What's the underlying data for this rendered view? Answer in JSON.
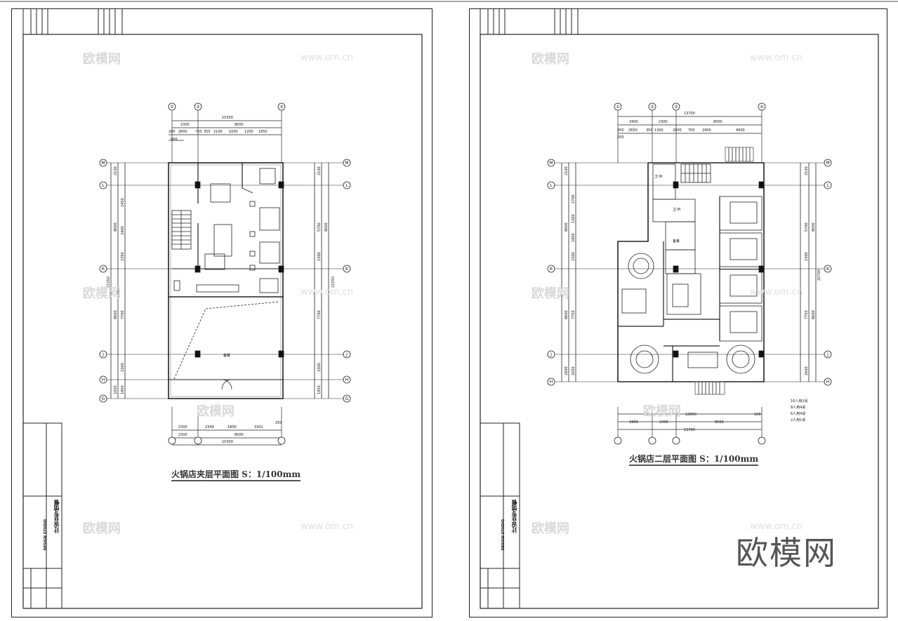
{
  "sheets": [
    {
      "caption": "火锅店夹层平面图 S：1/100mm",
      "top_dims": [
        "10300",
        "2300",
        "8000",
        "200",
        "2600",
        "700",
        "350",
        "2100",
        "1000",
        "1200",
        "1850",
        "900"
      ],
      "bottom_dims": [
        "2300",
        "2349",
        "1800",
        "3301",
        "250",
        "2300",
        "8000",
        "10300"
      ],
      "axes_top": [
        "①",
        "②",
        "③"
      ],
      "axes_side": [
        "M",
        "L",
        "K",
        "J",
        "H",
        "G"
      ],
      "left_dims": [
        "2100",
        "2450",
        "2400",
        "2350",
        "8000",
        "22250",
        "8000",
        "7700",
        "2300",
        "1950",
        "1050"
      ],
      "right_dims": [
        "2100",
        "5700",
        "8000",
        "2300",
        "7700",
        "2300",
        "1950",
        "22250"
      ],
      "room_label": "备餐",
      "title_block": {
        "vertical_text": "计设业专馆餐",
        "small_text": "DESIGN STUDIO"
      }
    },
    {
      "caption": "火锅店二层平面图 S：1/100mm",
      "top_dims": [
        "13700",
        "3400",
        "2300",
        "8000",
        "200",
        "2650",
        "350",
        "1300",
        "2000",
        "700",
        "2400",
        "4000",
        "200"
      ],
      "bottom_dims": [
        "12800",
        "3400",
        "2300",
        "8000",
        "13700",
        "100"
      ],
      "axes_top": [
        "①",
        "②",
        "③",
        "④"
      ],
      "axes_side": [
        "M",
        "L",
        "K",
        "J",
        "H"
      ],
      "left_dims": [
        "2100",
        "2700",
        "1300",
        "1800",
        "2300",
        "8000",
        "7750",
        "8600",
        "2050",
        "2600"
      ],
      "right_dims": [
        "2100",
        "5700",
        "8000",
        "2300",
        "7750",
        "8600",
        "2600",
        "20700"
      ],
      "legend": [
        "16人用2桌",
        "8人用4桌",
        "6人用4桌",
        "2人用1桌"
      ],
      "room_labels": [
        "卫.M",
        "卫.W",
        "备餐"
      ],
      "title_block": {
        "vertical_text": "计设业专馆餐",
        "small_text": "DESIGN STUDIO"
      }
    }
  ],
  "watermarks": {
    "logo": "欧模网",
    "url": "www.om.cn"
  },
  "brand_mark": "欧模网"
}
